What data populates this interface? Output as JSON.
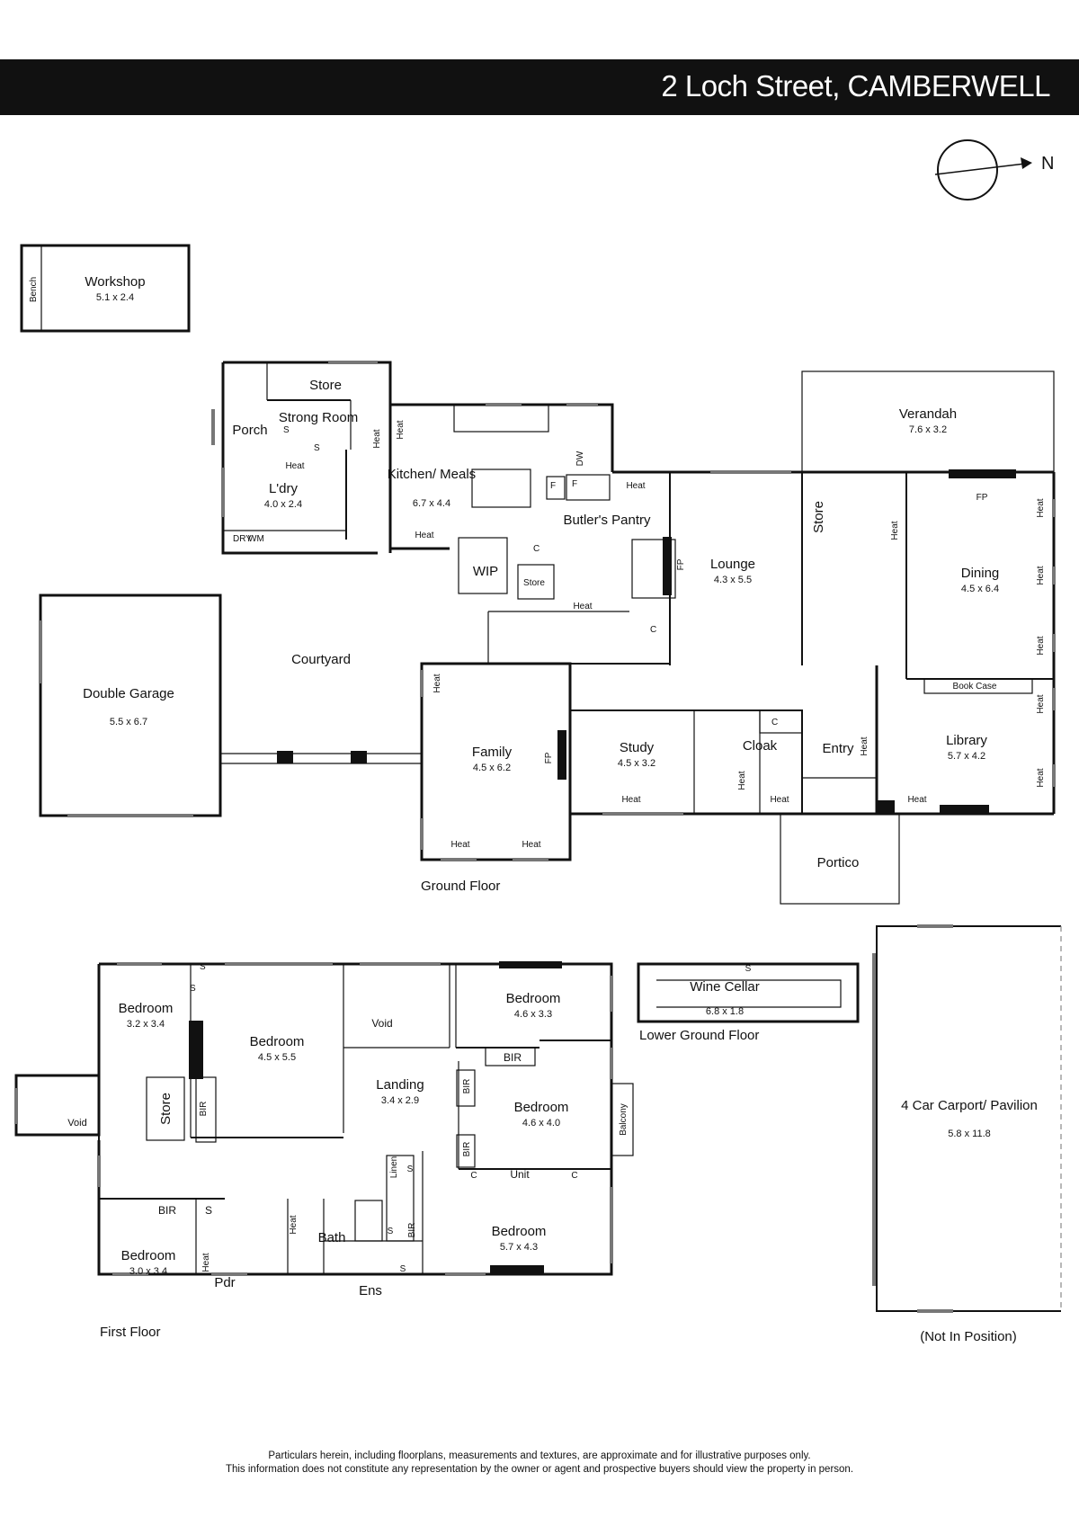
{
  "header": {
    "address": "2 Loch Street, CAMBERWELL"
  },
  "compass": {
    "label": "N"
  },
  "floors": {
    "ground": "Ground Floor",
    "first": "First Floor",
    "lower_ground": "Lower Ground Floor"
  },
  "ground_rooms": [
    {
      "name": "Workshop",
      "dims": "5.1 x 2.4"
    },
    {
      "name": "Store",
      "dims": ""
    },
    {
      "name": "Strong Room",
      "dims": ""
    },
    {
      "name": "Porch",
      "dims": ""
    },
    {
      "name": "L'dry",
      "dims": "4.0 x 2.4"
    },
    {
      "name": "Kitchen/ Meals",
      "dims": "6.7 x 4.4"
    },
    {
      "name": "Butler's Pantry",
      "dims": ""
    },
    {
      "name": "WIP",
      "dims": ""
    },
    {
      "name": "Store",
      "dims": ""
    },
    {
      "name": "Verandah",
      "dims": "7.6 x 3.2"
    },
    {
      "name": "Lounge",
      "dims": "4.3 x 5.5"
    },
    {
      "name": "Store",
      "dims": ""
    },
    {
      "name": "Dining",
      "dims": "4.5 x 6.4"
    },
    {
      "name": "Double Garage",
      "dims": "5.5 x 6.7"
    },
    {
      "name": "Courtyard",
      "dims": ""
    },
    {
      "name": "Family",
      "dims": "4.5 x 6.2"
    },
    {
      "name": "Study",
      "dims": "4.5 x 3.2"
    },
    {
      "name": "Cloak",
      "dims": ""
    },
    {
      "name": "Entry",
      "dims": ""
    },
    {
      "name": "Library",
      "dims": "5.7 x 4.2"
    },
    {
      "name": "Portico",
      "dims": ""
    }
  ],
  "first_rooms": [
    {
      "name": "Bedroom",
      "dims": "3.2 x 3.4"
    },
    {
      "name": "Bedroom",
      "dims": "4.5 x 5.5"
    },
    {
      "name": "Void",
      "dims": ""
    },
    {
      "name": "Bedroom",
      "dims": "4.6 x 3.3"
    },
    {
      "name": "Landing",
      "dims": "3.4 x 2.9"
    },
    {
      "name": "Bedroom",
      "dims": "4.6 x 4.0"
    },
    {
      "name": "Void",
      "dims": ""
    },
    {
      "name": "Bedroom",
      "dims": "3.0 x 3.4"
    },
    {
      "name": "Pdr",
      "dims": ""
    },
    {
      "name": "Bath",
      "dims": ""
    },
    {
      "name": "Ens",
      "dims": ""
    },
    {
      "name": "Bedroom",
      "dims": "5.7 x 4.3"
    }
  ],
  "lower_rooms": [
    {
      "name": "Wine Cellar",
      "dims": "6.8 x 1.8"
    }
  ],
  "carport": {
    "name": "4 Car Carport/ Pavilion",
    "dims": "5.8 x 11.8",
    "note": "(Not In Position)"
  },
  "fixtures": {
    "heat": "Heat",
    "fp": "FP",
    "s": "S",
    "c": "C",
    "f": "F",
    "dw": "DW",
    "dry": "DRY",
    "wm": "WM",
    "bench": "Bench",
    "book_case": "Book Case",
    "bir": "BIR",
    "store": "Store",
    "linen": "Linen",
    "unit": "Unit",
    "balcony": "Balcony"
  },
  "footer": {
    "line1": "Particulars herein, including floorplans, measurements and textures, are approximate and for illustrative purposes only.",
    "line2": "This information does not constitute any representation by the owner or agent and prospective buyers should view the property in person."
  }
}
